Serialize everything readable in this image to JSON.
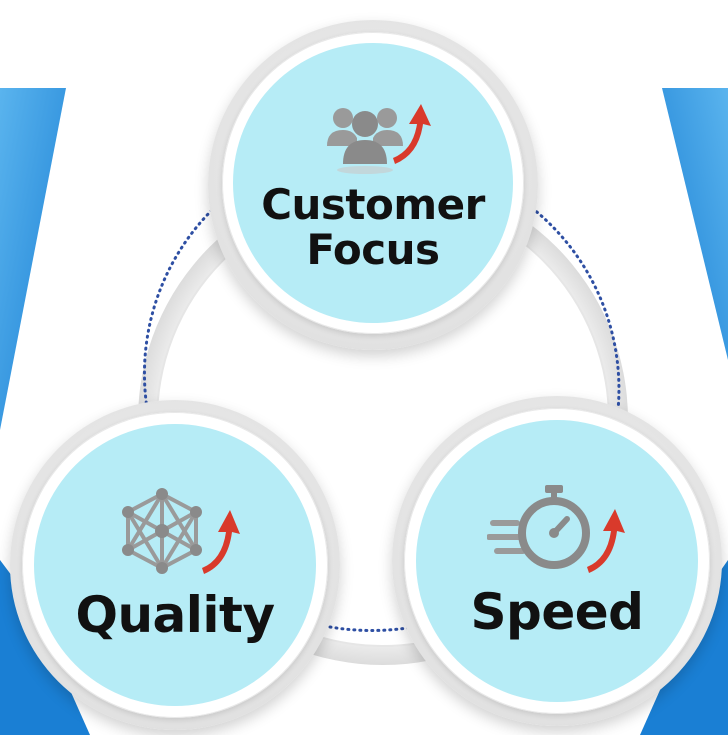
{
  "nodes": {
    "top": {
      "label_line1": "Customer",
      "label_line2": "Focus",
      "icon": "customers-growth-icon"
    },
    "left": {
      "label": "Quality",
      "icon": "network-quality-icon"
    },
    "right": {
      "label": "Speed",
      "icon": "stopwatch-speed-icon"
    }
  },
  "colors": {
    "accent_blue": "#1f8fe0",
    "inner_fill": "#b6ecf6",
    "arrow_red": "#d93a2b",
    "icon_gray": "#9a9a9a",
    "dotted_line": "#2e4fa3"
  }
}
